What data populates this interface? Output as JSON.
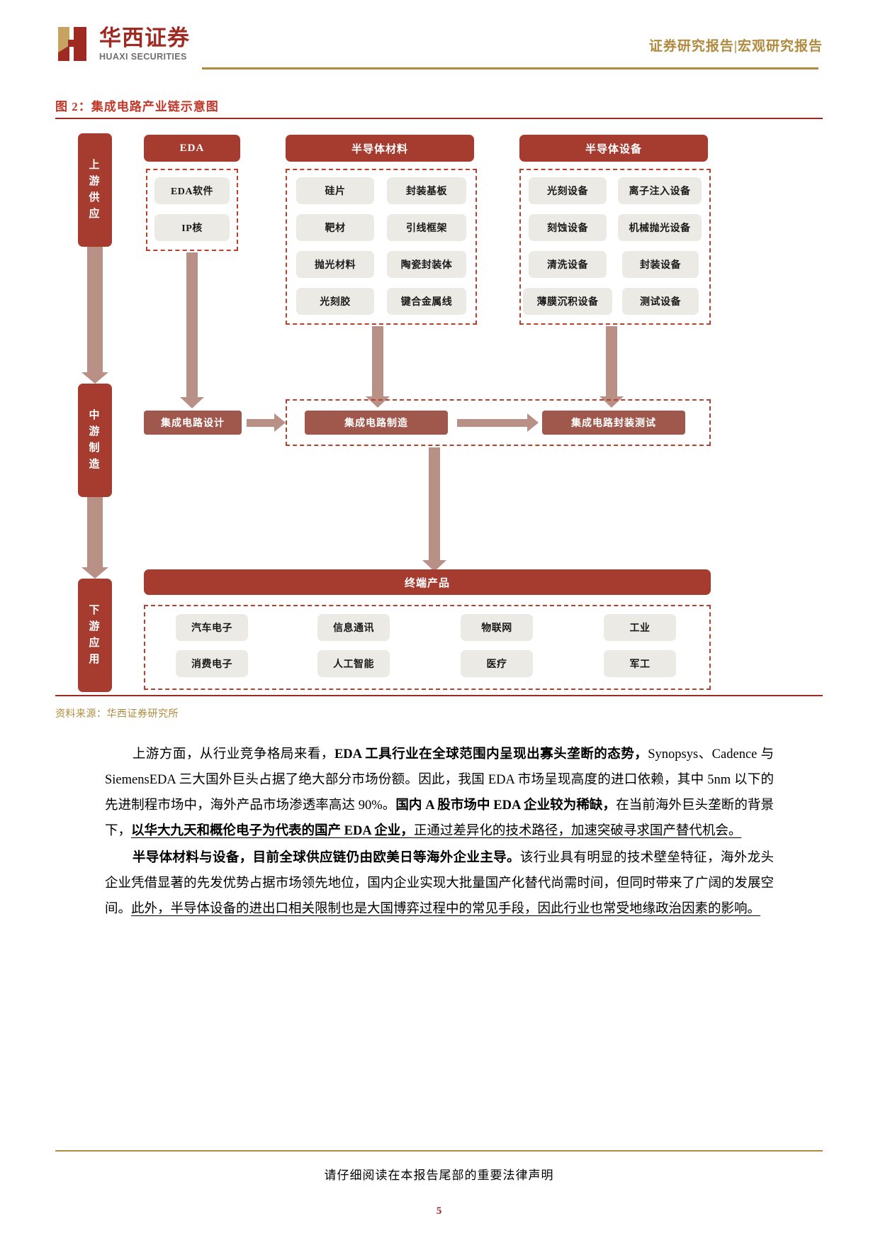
{
  "header": {
    "logo_cn": "华西证券",
    "logo_en": "HUAXI SECURITIES",
    "report_type": "证券研究报告|宏观研究报告"
  },
  "figure": {
    "title": "图 2：集成电路产业链示意图",
    "source": "资料来源：华西证券研究所",
    "tiers": [
      {
        "label": "上游供应",
        "chars": [
          "上",
          "游",
          "供",
          "应"
        ]
      },
      {
        "label": "中游制造",
        "chars": [
          "中",
          "游",
          "制",
          "造"
        ]
      },
      {
        "label": "下游应用",
        "chars": [
          "下",
          "游",
          "应",
          "用"
        ]
      }
    ],
    "upstream": [
      {
        "name": "EDA",
        "items_left": [
          "EDA软件",
          "IP核"
        ],
        "items_right": []
      },
      {
        "name": "半导体材料",
        "items_left": [
          "硅片",
          "靶材",
          "抛光材料",
          "光刻胶"
        ],
        "items_right": [
          "封装基板",
          "引线框架",
          "陶瓷封装体",
          "键合金属线"
        ]
      },
      {
        "name": "半导体设备",
        "items_left": [
          "光刻设备",
          "刻蚀设备",
          "清洗设备",
          "薄膜沉积设备"
        ],
        "items_right": [
          "离子注入设备",
          "机械抛光设备",
          "封装设备",
          "测试设备"
        ]
      }
    ],
    "midstream": [
      "集成电路设计",
      "集成电路制造",
      "集成电路封装测试"
    ],
    "downstream": {
      "banner": "终端产品",
      "items": [
        "汽车电子",
        "信息通讯",
        "物联网",
        "工业",
        "消费电子",
        "人工智能",
        "医疗",
        "军工"
      ]
    }
  },
  "body": {
    "p1": {
      "seg1": "上游方面，从行业竞争格局来看，",
      "seg2": "EDA 工具行业在全球范围内呈现出寡头垄断的态势，",
      "seg3": "Synopsys、Cadence 与 SiemensEDA 三大国外巨头占据了绝大部分市场份额。因此，我国 EDA 市场呈现高度的进口依赖，其中 5nm 以下的先进制程市场中，海外产品市场渗透率高达 90%。",
      "seg4": "国内 A 股市场中 EDA 企业较为稀缺，",
      "seg5": "在当前海外巨头垄断的背景下，",
      "seg6": "以华大九天和概伦电子为代表的国产 EDA 企业，",
      "seg7": "正通过差异化的技术路径，加速突破寻求国产替代机会。"
    },
    "p2": {
      "seg1": "半导体材料与设备，",
      "seg2": "目前全球供应链仍由欧美日等海外企业主导。",
      "seg3": "该行业具有明显的技术壁垒特征，海外龙头企业凭借显著的先发优势占据市场领先地位，国内企业实现大批量国产化替代尚需时间，但同时带来了广阔的发展空间。",
      "seg4": "此外，半导体设备的进出口相关限制也是大国博弈过程中的常见手段，因此行业也常受地缘政治因素的影响。"
    }
  },
  "footer": {
    "note": "请仔细阅读在本报告尾部的重要法律声明",
    "page": "5"
  }
}
